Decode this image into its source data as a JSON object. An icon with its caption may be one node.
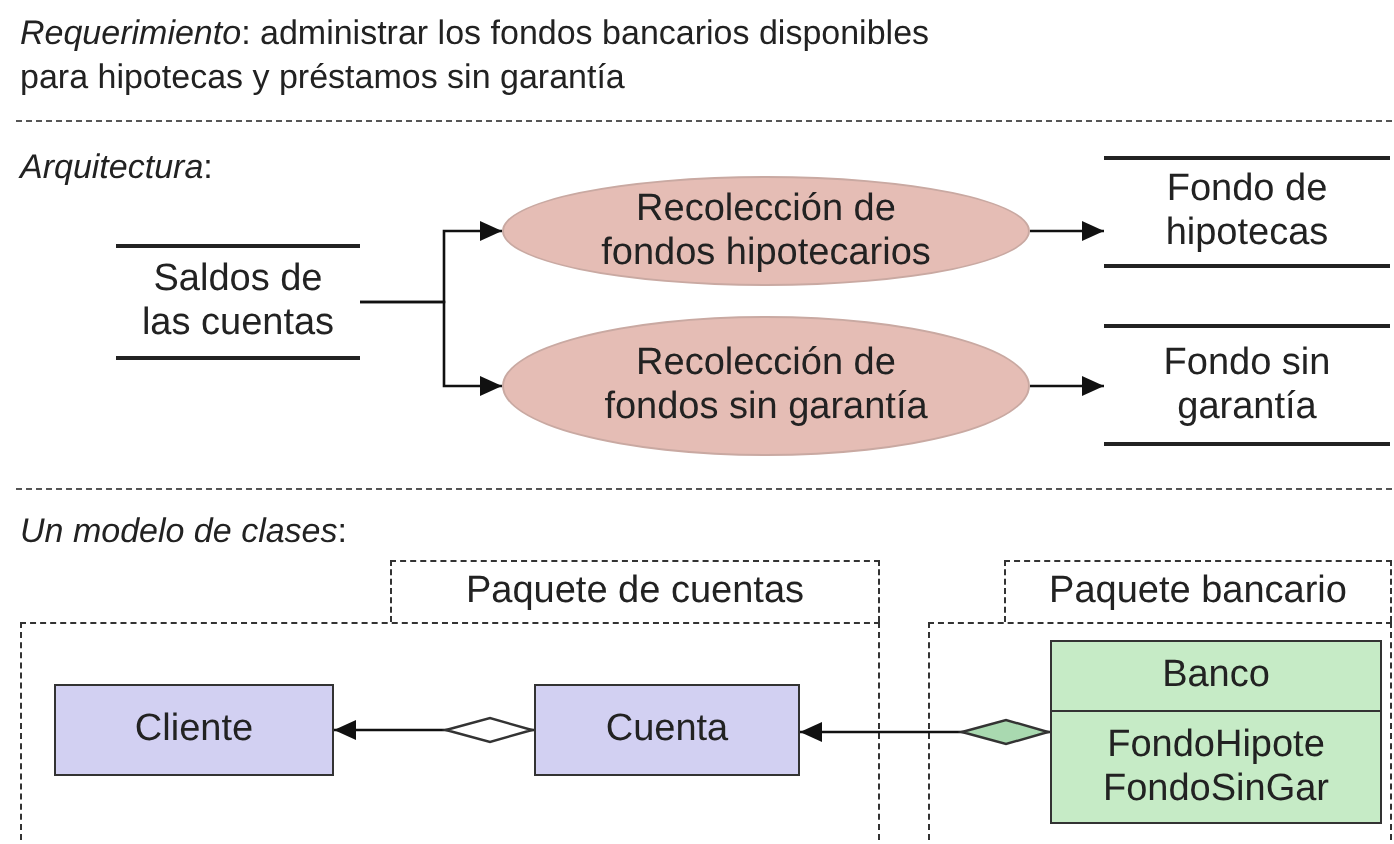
{
  "diagram": {
    "title": "*Requerimiento*: administrar los fondos bancarios disponibles para hipotecas y préstamos sin garantía",
    "nodes": [
      {
        "text": [
          "Saldos de las cuentas"
        ]
      },
      {
        "text": [
          "Recolección de fondos hipotecarios"
        ]
      },
      {
        "text": [
          "Recolección de fondos sin garantía"
        ]
      },
      {
        "text": [
          "Fondo de hipotecas"
        ]
      },
      {
        "text": [
          "Fondo sin garantía"
        ]
      },
      {
        "text": [
          "Paquete de cuentas"
        ]
      },
      {
        "text": [
          "Cliente"
        ],
        "in": 5
      },
      {
        "text": [
          "Cuenta"
        ],
        "in": 5
      },
      {
        "text": [
          "Paquete bancario"
        ]
      },
      {
        "text": [
          "Banco",
          "FondoHipote FondoSinGar"
        ],
        "in": 8
      }
    ],
    "edges": [
      {
        "from": 0,
        "to": 1,
        "arrow": "to"
      },
      {
        "from": 0,
        "to": 2,
        "arrow": "to"
      },
      {
        "from": 1,
        "to": 3,
        "arrow": "to"
      },
      {
        "from": 2,
        "to": 4,
        "arrow": "to"
      },
      {
        "from": 7,
        "to": 6,
        "arrow": "to"
      },
      {
        "from": 9,
        "to": 7,
        "arrow": "to"
      }
    ],
    "labels": [
      "*Arquitectura*:",
      "*Un modelo de clases*:"
    ]
  }
}
